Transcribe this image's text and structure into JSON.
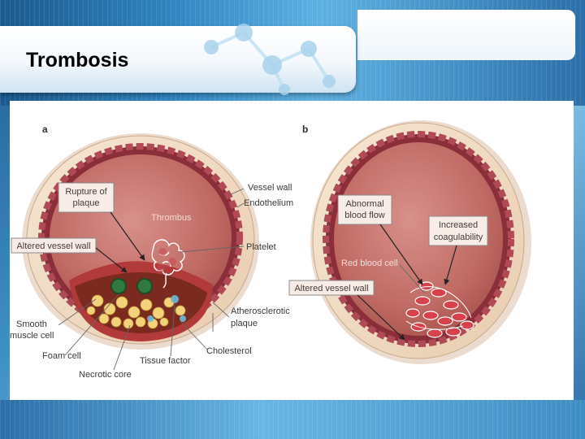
{
  "title": "Trombosis",
  "panel_a": {
    "letter": "a",
    "boxes": {
      "rupture_line1": "Rupture of",
      "rupture_line2": "plaque",
      "altered": "Altered vessel wall"
    },
    "labels": {
      "vessel_wall": "Vessel wall",
      "endothelium": "Endothelium",
      "thrombus": "Thrombus",
      "platelet": "Platelet",
      "athero_line1": "Atherosclerotic",
      "athero_line2": "plaque",
      "smooth_line1": "Smooth",
      "smooth_line2": "muscle cell",
      "foam_cell": "Foam cell",
      "tissue_factor": "Tissue factor",
      "cholesterol": "Cholesterol",
      "necrotic_core": "Necrotic core"
    }
  },
  "panel_b": {
    "letter": "b",
    "boxes": {
      "abnormal_line1": "Abnormal",
      "abnormal_line2": "blood flow",
      "increased_line1": "Increased",
      "increased_line2": "coagulability",
      "altered": "Altered vessel wall"
    },
    "labels": {
      "red_blood_cell": "Red blood cell"
    }
  },
  "colors": {
    "lumen": "#c4706a",
    "endothelium_ring": "#8a2f3a",
    "outer_wall": "#f1dcc4",
    "box_fill": "#f7ece6",
    "box_border": "#8a8a8a"
  }
}
